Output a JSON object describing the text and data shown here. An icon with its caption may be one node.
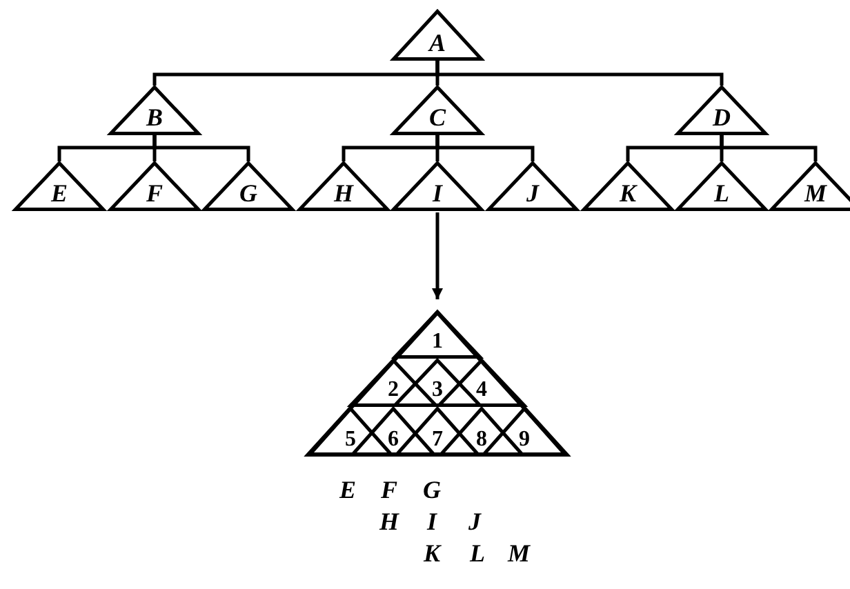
{
  "diagram": {
    "nodes": [
      {
        "text": [
          "A"
        ]
      },
      {
        "text": [
          "B"
        ]
      },
      {
        "text": [
          "C"
        ]
      },
      {
        "text": [
          "D"
        ]
      },
      {
        "text": [
          "E"
        ]
      },
      {
        "text": [
          "F"
        ]
      },
      {
        "text": [
          "G"
        ]
      },
      {
        "text": [
          "H"
        ]
      },
      {
        "text": [
          "I"
        ]
      },
      {
        "text": [
          "J"
        ]
      },
      {
        "text": [
          "K"
        ]
      },
      {
        "text": [
          "L"
        ]
      },
      {
        "text": [
          "M"
        ]
      },
      {
        "text": [],
        "shape": "triangle"
      },
      {
        "text": [
          "1"
        ],
        "in": 13
      },
      {
        "text": [
          "2"
        ],
        "in": 13
      },
      {
        "text": [
          "3"
        ],
        "in": 13
      },
      {
        "text": [
          "4"
        ],
        "in": 13
      },
      {
        "text": [
          "5"
        ],
        "in": 13
      },
      {
        "text": [
          "6"
        ],
        "in": 13
      },
      {
        "text": [
          "7"
        ],
        "in": 13
      },
      {
        "text": [
          "8"
        ],
        "in": 13
      },
      {
        "text": [
          "9"
        ],
        "in": 13
      }
    ],
    "edges": [
      {
        "from": 0,
        "to": 1,
        "arrow": "none"
      },
      {
        "from": 0,
        "to": 2,
        "arrow": "none"
      },
      {
        "from": 0,
        "to": 3,
        "arrow": "none"
      },
      {
        "from": 1,
        "to": 4,
        "arrow": "none"
      },
      {
        "from": 1,
        "to": 5,
        "arrow": "none"
      },
      {
        "from": 1,
        "to": 6,
        "arrow": "none"
      },
      {
        "from": 2,
        "to": 7,
        "arrow": "none"
      },
      {
        "from": 2,
        "to": 8,
        "arrow": "none"
      },
      {
        "from": 2,
        "to": 9,
        "arrow": "none"
      },
      {
        "from": 3,
        "to": 10,
        "arrow": "none"
      },
      {
        "from": 3,
        "to": 11,
        "arrow": "none"
      },
      {
        "from": 3,
        "to": 12,
        "arrow": "none"
      },
      {
        "from": 8,
        "to": 13,
        "arrow": "to"
      }
    ],
    "labels": [
      "E",
      "F",
      "G",
      "H",
      "I",
      "J",
      "K",
      "L",
      "M"
    ]
  }
}
